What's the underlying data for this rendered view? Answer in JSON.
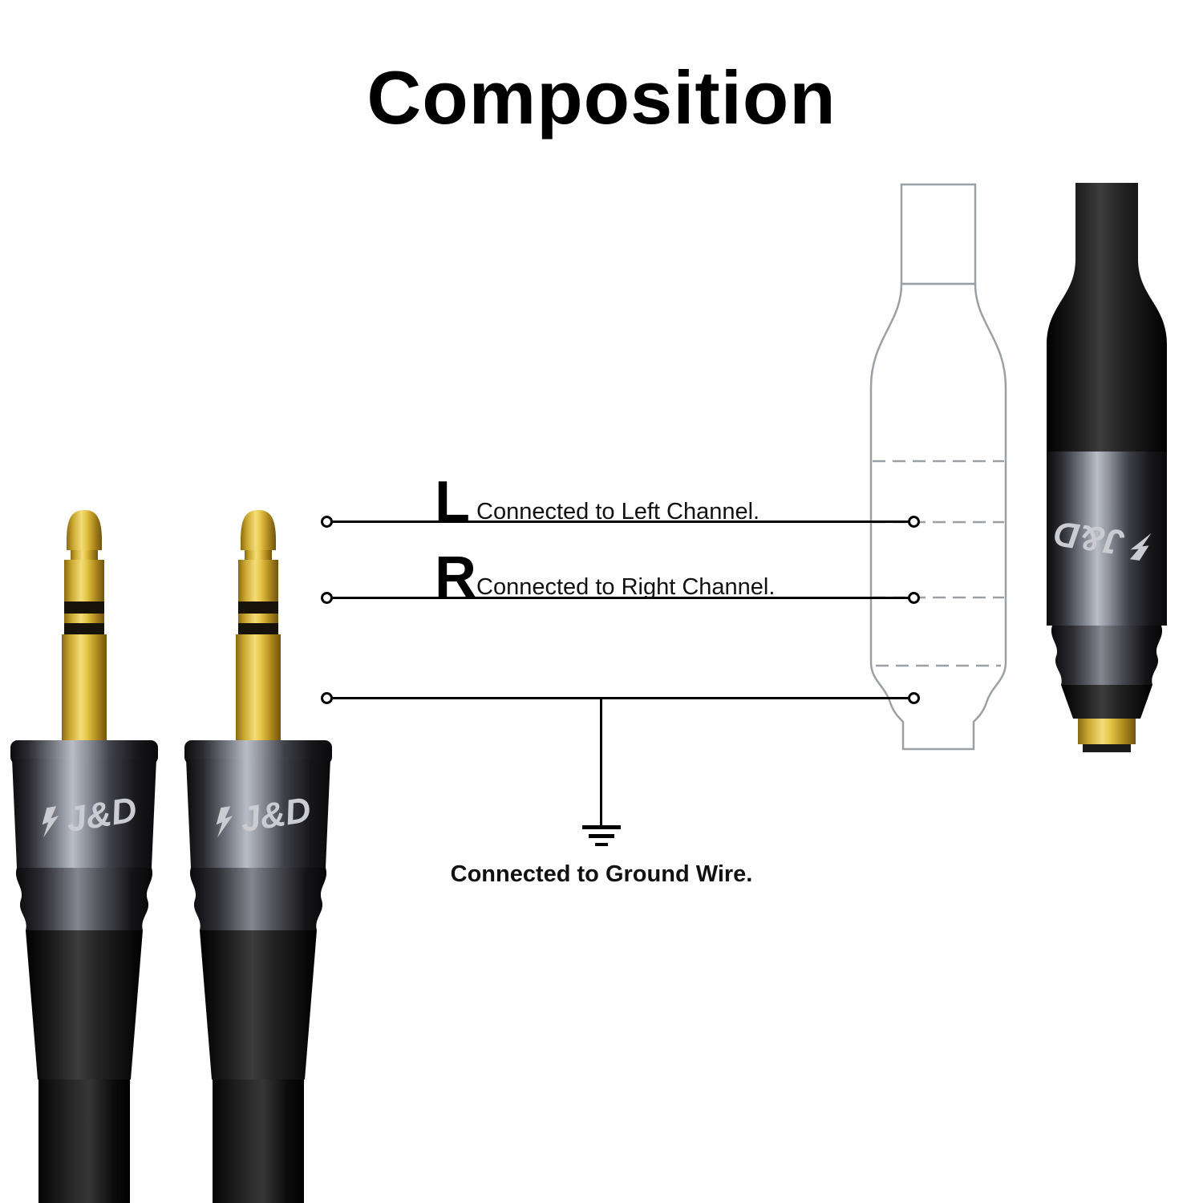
{
  "title": "Composition",
  "brand": {
    "logo_text": "J&D"
  },
  "wiring": {
    "left": {
      "label": "L",
      "description": "Connected to Left Channel."
    },
    "right": {
      "label": "R",
      "description": "Connected to Right Channel."
    },
    "ground": {
      "description": "Connected to Ground Wire."
    }
  },
  "colors": {
    "gold": "#d9b23a",
    "body_black": "#0d0d0d",
    "metal_gray": "#8d919b",
    "outline_gray": "#9aa0a6",
    "line_black": "#000000"
  }
}
